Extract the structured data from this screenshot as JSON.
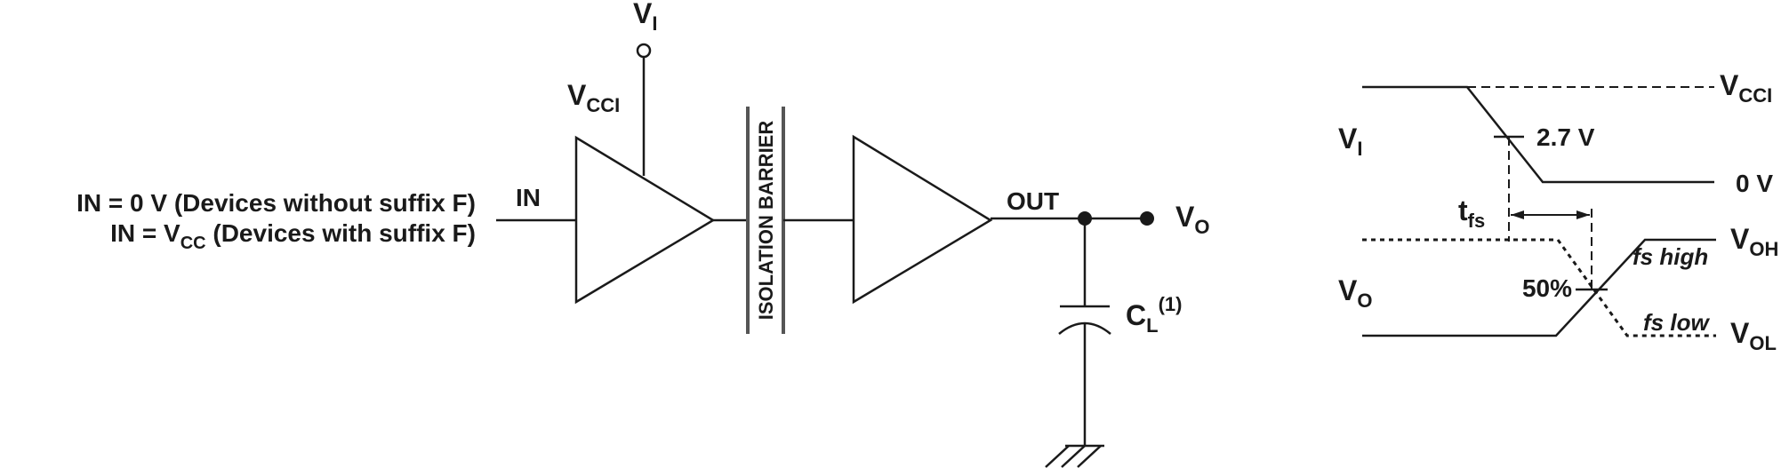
{
  "circuit": {
    "input_line1": "IN = 0 V (Devices without suffix F)",
    "input_line2_pre": "IN = V",
    "input_line2_sub": "CC",
    "input_line2_post": " (Devices with suffix F)",
    "in_pin": "IN",
    "vcci_main": "V",
    "vcci_sub": "CCI",
    "vi_main": "V",
    "vi_sub": "I",
    "barrier": "ISOLATION BARRIER",
    "out_pin": "OUT",
    "vo_main": "V",
    "vo_sub": "O",
    "cl_main": "C",
    "cl_sub": "L",
    "cl_note": "(1)"
  },
  "timing": {
    "vi_main": "V",
    "vi_sub": "I",
    "vcci_main": "V",
    "vcci_sub": "CCI",
    "threshold": "2.7 V",
    "zero": "0 V",
    "tfs_main": "t",
    "tfs_sub": "fs",
    "voh_main": "V",
    "voh_sub": "OH",
    "vo_main": "V",
    "vo_sub": "O",
    "midpoint": "50%",
    "fs_high": "fs high",
    "fs_low": "fs low",
    "vol_main": "V",
    "vol_sub": "OL"
  }
}
